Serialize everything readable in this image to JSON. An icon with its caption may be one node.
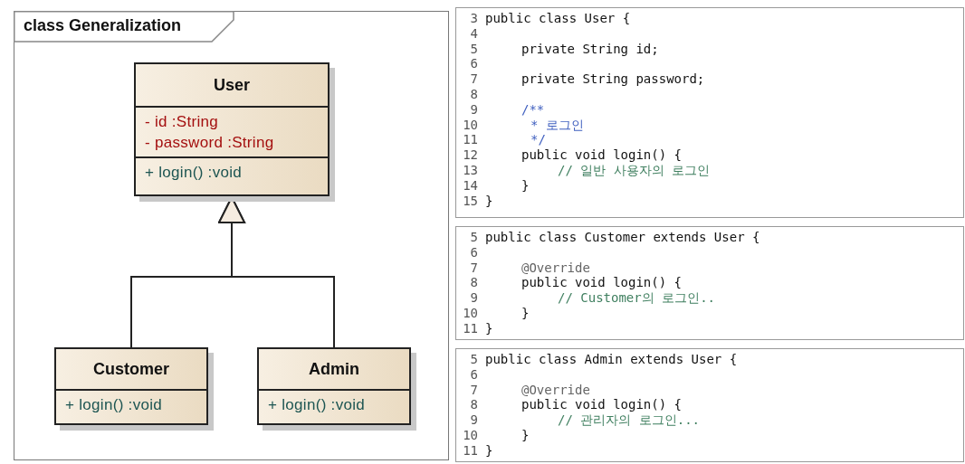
{
  "diagram": {
    "nodes": [
      {
        "text": [
          "class Generalization"
        ]
      },
      {
        "text": [
          "User",
          "- id :String",
          "- password :String",
          "+ login() :void"
        ],
        "in": 0
      },
      {
        "text": [
          "Customer",
          "+ login() :void"
        ],
        "in": 0
      },
      {
        "text": [
          "Admin",
          "+ login() :void"
        ],
        "in": 0
      },
      {
        "text": [
          "3",
          "public class User {",
          "4",
          "5",
          "private String id;",
          "6",
          "7",
          "private String password;",
          "8",
          "9",
          "/**",
          "10",
          "* 로그인",
          "11",
          "*/",
          "12",
          "public void login() {",
          "13",
          "// 일반 사용자의 로그인",
          "14",
          "}",
          "15",
          "}"
        ]
      },
      {
        "text": [
          "5",
          "public class Customer extends User {",
          "6",
          "7",
          "@Override",
          "8",
          "public void login() {",
          "9",
          "// Customer의 로그인..",
          "10",
          "}",
          "11",
          "}"
        ]
      },
      {
        "text": [
          "5",
          "public class Admin extends User {",
          "6",
          "7",
          "@Override",
          "8",
          "public void login() {",
          "9",
          "// 관리자의 로그인...",
          "10",
          "}",
          "11",
          "}"
        ]
      }
    ],
    "edges": [
      {
        "from": 2,
        "to": 1,
        "arrow": "to"
      },
      {
        "from": 3,
        "to": 1,
        "arrow": "to"
      }
    ]
  }
}
